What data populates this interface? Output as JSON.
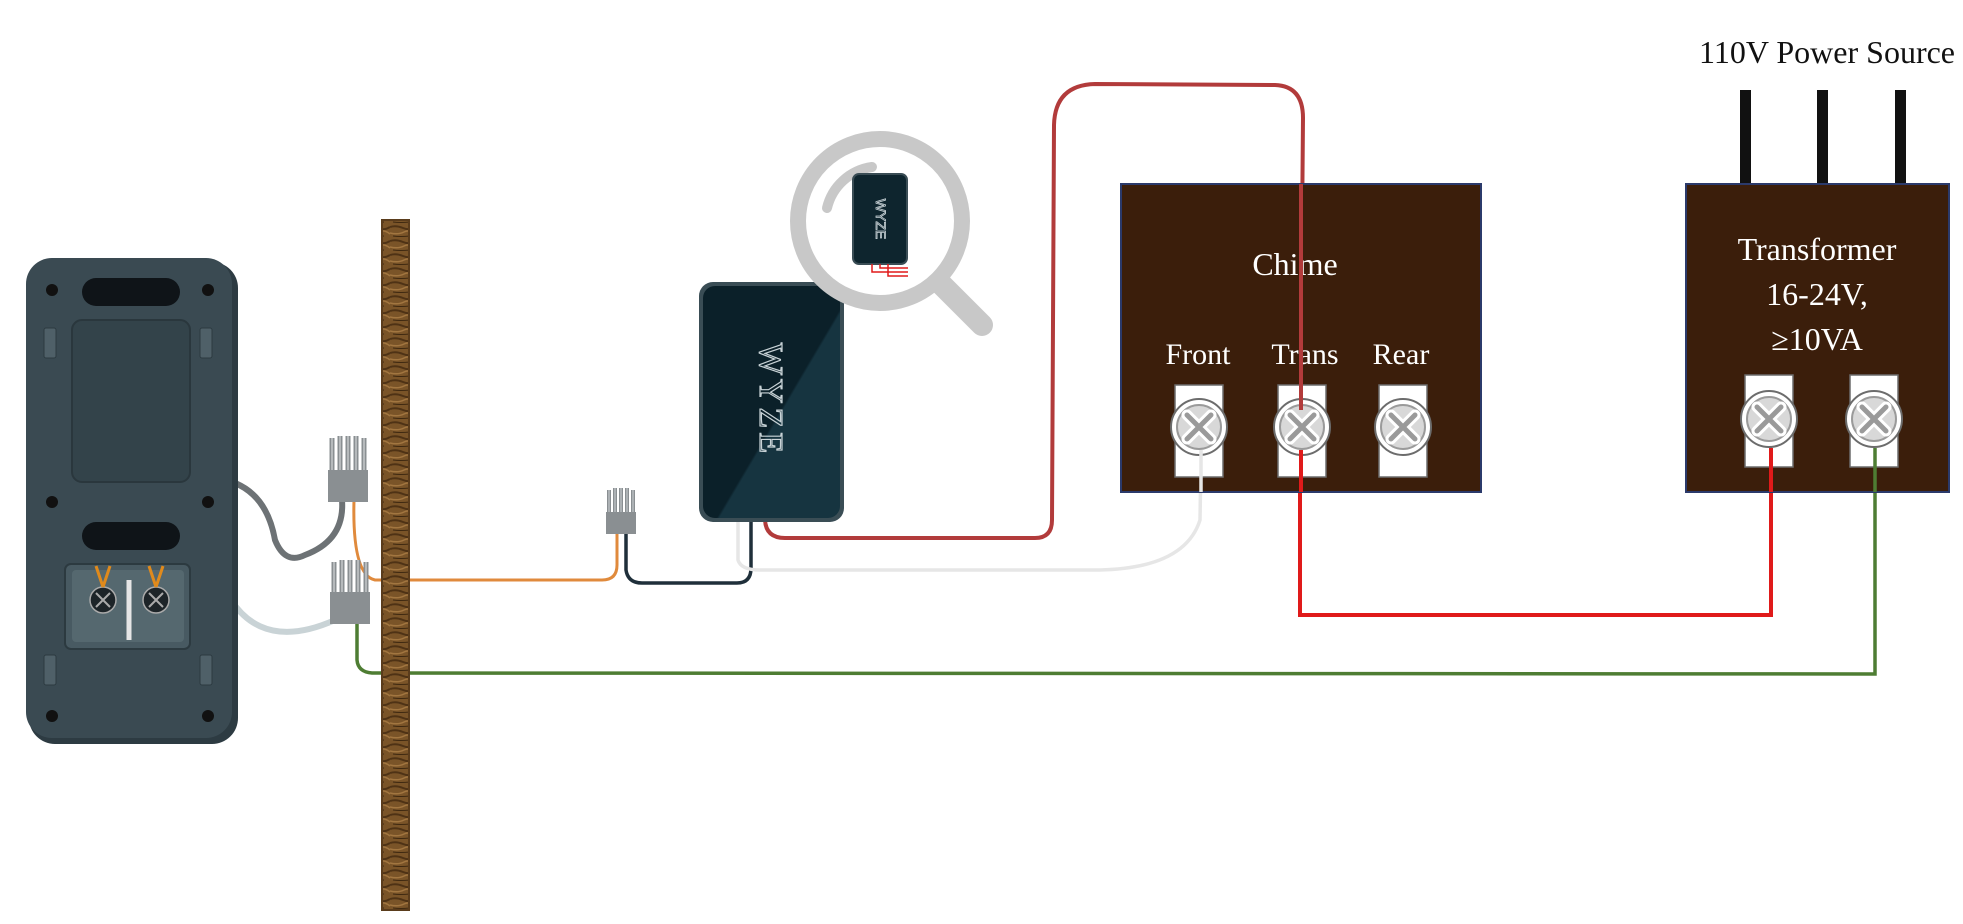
{
  "power_source": {
    "label": "110V Power Source"
  },
  "chime": {
    "title": "Chime",
    "terminals": [
      "Front",
      "Trans",
      "Rear"
    ]
  },
  "transformer": {
    "line1": "Transformer",
    "line2": "16-24V,",
    "line3": "≥10VA"
  },
  "adapter": {
    "logo": "WYZE"
  },
  "magnifier": {
    "logo": "WYZE"
  },
  "colors": {
    "box_fill": "#3b1e0b",
    "box_stroke": "#2b3a6b",
    "wire_red_dark": "#b23b3b",
    "wire_red": "#e01a1a",
    "wire_green": "#4e7d33",
    "wire_orange": "#e08a3c",
    "wire_white": "#e6e6e6",
    "wire_gray": "#6d7275",
    "wire_light": "#c9d3d6",
    "wire_navy": "#1f2f3a",
    "doorbell_body": "#3a4a52",
    "adapter_body": "#0e252e",
    "wall_wood": "#7a5428"
  }
}
